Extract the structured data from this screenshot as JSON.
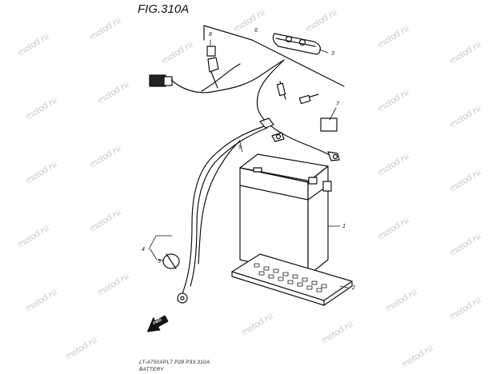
{
  "figure": {
    "title": "FIG.310A",
    "footer_model": "LT-A750XPL7 P28 P33 310A",
    "footer_name": "BATTERY"
  },
  "callouts": [
    {
      "id": "callout-1",
      "label": "1"
    },
    {
      "id": "callout-2",
      "label": "2"
    },
    {
      "id": "callout-3",
      "label": "3"
    },
    {
      "id": "callout-4",
      "label": "4"
    },
    {
      "id": "callout-5",
      "label": "5"
    },
    {
      "id": "callout-6",
      "label": "6"
    },
    {
      "id": "callout-7",
      "label": "7"
    },
    {
      "id": "callout-8",
      "label": "8"
    },
    {
      "id": "callout-9",
      "label": "9"
    }
  ],
  "direction_arrow": {
    "label": "FWD"
  },
  "watermark": {
    "text": "motod.ru"
  }
}
